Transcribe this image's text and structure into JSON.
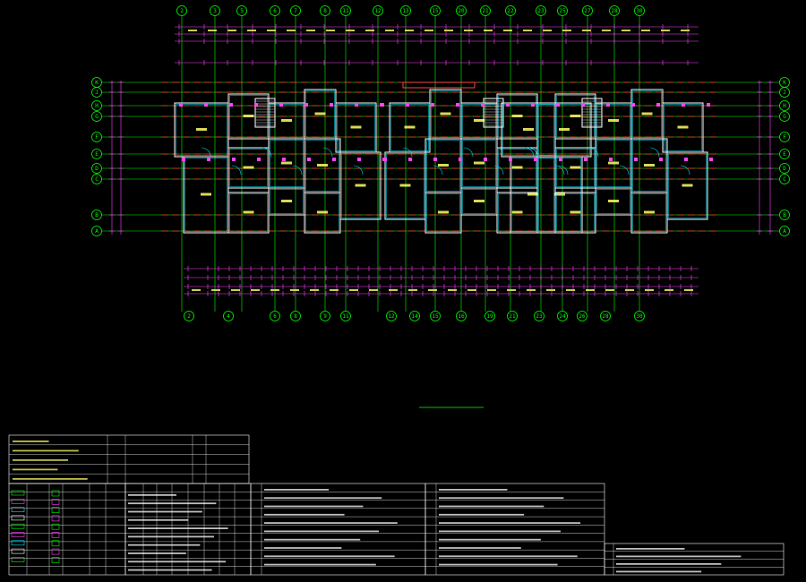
{
  "drawing": {
    "title": "",
    "scale": "",
    "subtitle": ""
  },
  "grid": {
    "top_labels": [
      "2",
      "3",
      "5",
      "6",
      "7",
      "8",
      "11",
      "12",
      "13",
      "15",
      "20",
      "21",
      "22",
      "23",
      "25",
      "27",
      "28",
      "30"
    ],
    "bottom_labels": [
      "2",
      "4",
      "6",
      "8",
      "9",
      "11",
      "12",
      "14",
      "15",
      "16",
      "19",
      "21",
      "23",
      "24",
      "26",
      "28",
      "30"
    ],
    "left_labels": [
      "K",
      "J",
      "H",
      "G",
      "F",
      "E",
      "D",
      "C",
      "B",
      "A"
    ],
    "right_labels": [
      "K",
      "J",
      "H",
      "G",
      "F",
      "E",
      "D",
      "C",
      "B",
      "A"
    ]
  },
  "colors": {
    "background": "#000000",
    "axis_line": "#00ff00",
    "axis_dash": "#ff3030",
    "wall": "#ffffff",
    "wall_fill": "#00e5ff",
    "dimension": "#ff44ff",
    "text_yellow": "#ffff66",
    "table_line": "#ffffff"
  },
  "legend_table": {
    "header_left": "",
    "rows": []
  }
}
